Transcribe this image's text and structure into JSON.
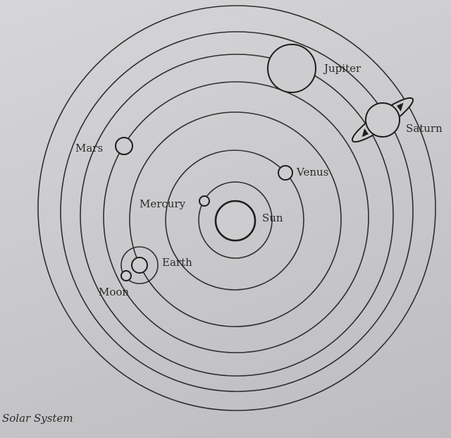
{
  "title": "Solar System",
  "labels": {
    "sun": "Sun",
    "mercury": "Mercury",
    "venus": "Venus",
    "earth": "Earth",
    "moon": "Moon",
    "mars": "Mars",
    "jupiter": "Jupiter",
    "saturn": "Saturn"
  },
  "colors": {
    "line": "#2e2e2e",
    "background": "#c9c9cb"
  }
}
